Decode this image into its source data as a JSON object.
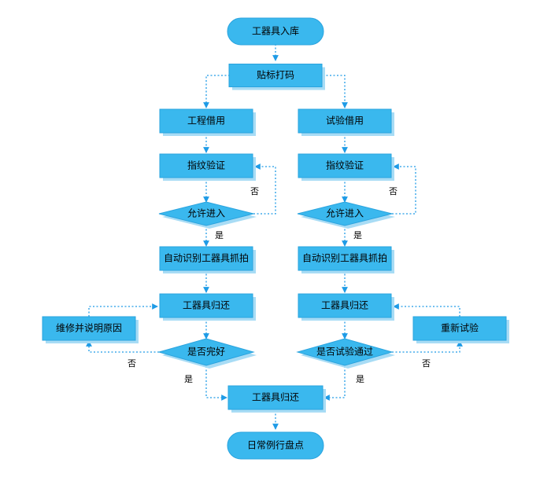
{
  "colors": {
    "node_fill": "#3ab8ee",
    "node_stroke": "#2aa3de",
    "node_shadow": "#a8dcf5",
    "connector": "#1e9be6",
    "text": "#000000"
  },
  "nodes": {
    "start": "工器具入库",
    "label": "贴标打码",
    "eng_borrow": "工程借用",
    "test_borrow": "试验借用",
    "fp_left": "指纹验证",
    "fp_right": "指纹验证",
    "allow_left": "允许进入",
    "allow_right": "允许进入",
    "capture_left": "自动识别工器具抓拍",
    "capture_right": "自动识别工器具抓拍",
    "return_left": "工器具归还",
    "return_right": "工器具归还",
    "repair": "维修并说明原因",
    "retest": "重新试验",
    "intact": "是否完好",
    "test_pass": "是否试验通过",
    "return_final": "工器具归还",
    "inventory": "日常例行盘点"
  },
  "edge_labels": {
    "no_fp_left": "否",
    "no_fp_right": "否",
    "yes_allow_left": "是",
    "yes_allow_right": "是",
    "no_intact": "否",
    "yes_intact": "是",
    "no_test": "否",
    "yes_test": "是"
  }
}
